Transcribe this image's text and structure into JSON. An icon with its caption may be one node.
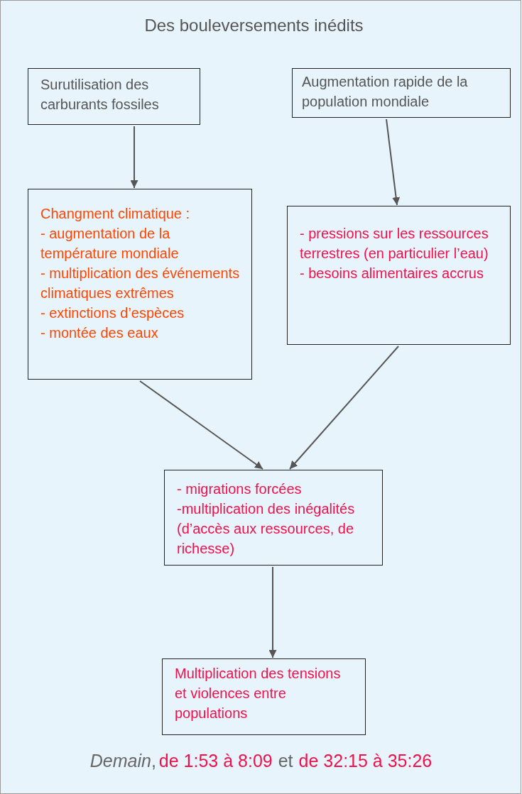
{
  "diagram": {
    "title": "Des bouleversements inédits",
    "nodes": [
      {
        "text": [
          "Surutilisation des carburants fossiles"
        ]
      },
      {
        "text": [
          "Augmentation rapide de la population mondiale"
        ]
      },
      {
        "text": [
          "Changment climatique :",
          "- augmentation de la température mondiale",
          "- multiplication des événements climatiques extrêmes",
          "- extinctions d’espèces",
          "- montée des eaux"
        ]
      },
      {
        "text": [
          "- pressions sur les ressources terrestres (en particulier l’eau)",
          "- besoins alimentaires accrus"
        ]
      },
      {
        "text": [
          "- migrations forcées",
          "-multiplication des inégalités (d’accès aux ressources, de richesse)"
        ]
      },
      {
        "text": [
          "Multiplication des tensions et violences entre populations"
        ]
      }
    ],
    "edges": [
      {
        "from": 0,
        "to": 2,
        "arrow": "to"
      },
      {
        "from": 1,
        "to": 3,
        "arrow": "to"
      },
      {
        "from": 2,
        "to": 4,
        "arrow": "to"
      },
      {
        "from": 3,
        "to": 4,
        "arrow": "to"
      },
      {
        "from": 4,
        "to": 5,
        "arrow": "to"
      }
    ],
    "labels": [
      "*Demain*,",
      "de 1:53 à 8:09",
      "et",
      "de 32:15 à 35:26"
    ]
  }
}
